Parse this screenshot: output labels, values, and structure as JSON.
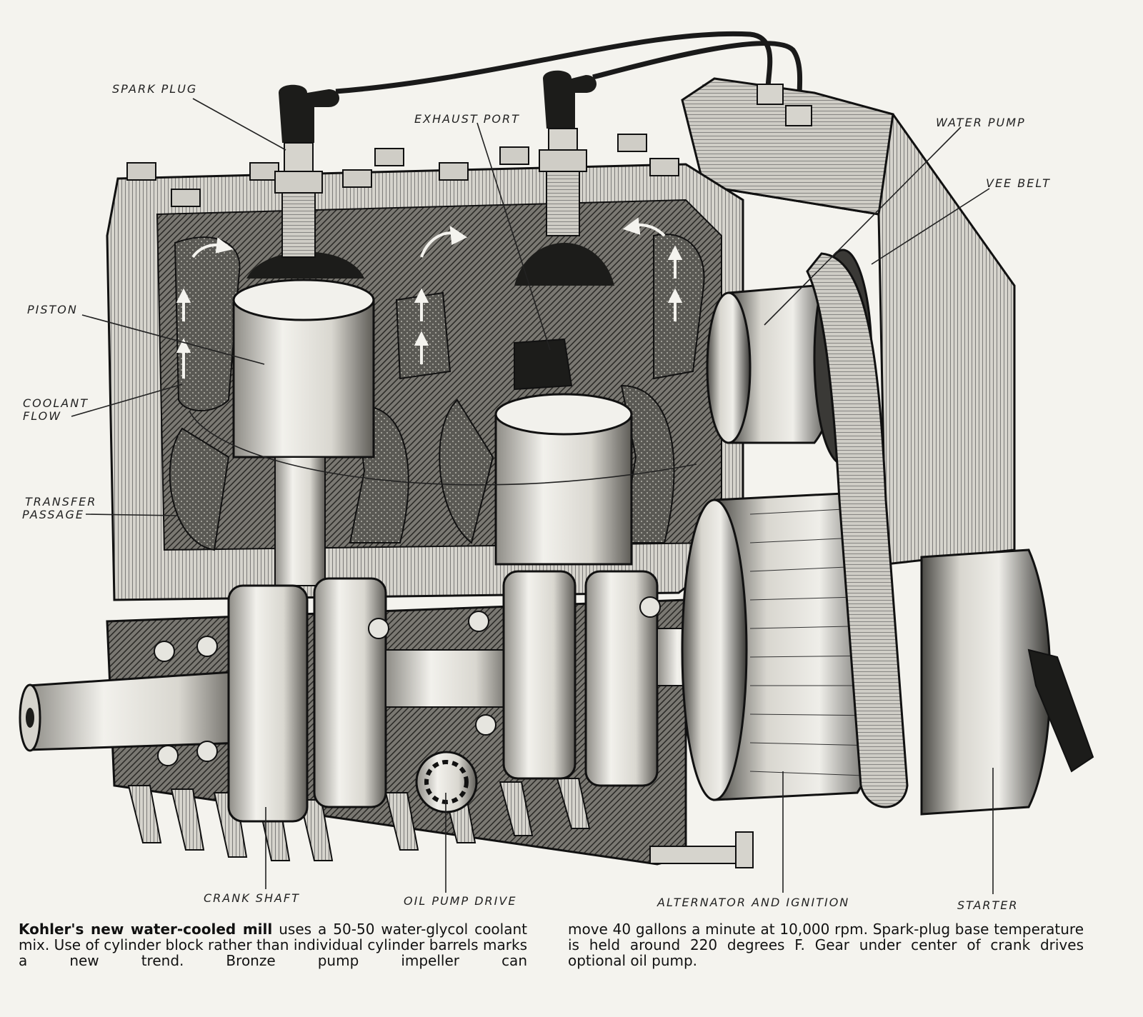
{
  "labels": {
    "spark_plug": "SPARK PLUG",
    "exhaust_port": "EXHAUST PORT",
    "water_pump": "WATER PUMP",
    "vee_belt": "VEE BELT",
    "piston": "PISTON",
    "coolant_flow_1": "COOLANT",
    "coolant_flow_2": "FLOW",
    "transfer_passage_1": "TRANSFER",
    "transfer_passage_2": "PASSAGE",
    "crank_shaft": "CRANK SHAFT",
    "oil_pump_drive": "OIL PUMP DRIVE",
    "alternator_ignition": "ALTERNATOR AND IGNITION",
    "starter": "STARTER"
  },
  "caption": {
    "lead": "Kohler's new water-cooled mill",
    "left_text": " uses a 50-50 water-glycol coolant mix. Use of cylinder block rather than individual cylin­der barrels marks a new trend. Bronze pump impeller can",
    "right_text": "move 40 gallons a minute at 10,000 rpm. Spark-plug base temperature is held around 220 degrees F. Gear under center of crank drives optional oil pump."
  },
  "colors": {
    "paper": "#f4f3ee",
    "ink": "#1a1a1a",
    "metal": "#c9c7c0",
    "shadow": "#3a3936"
  }
}
